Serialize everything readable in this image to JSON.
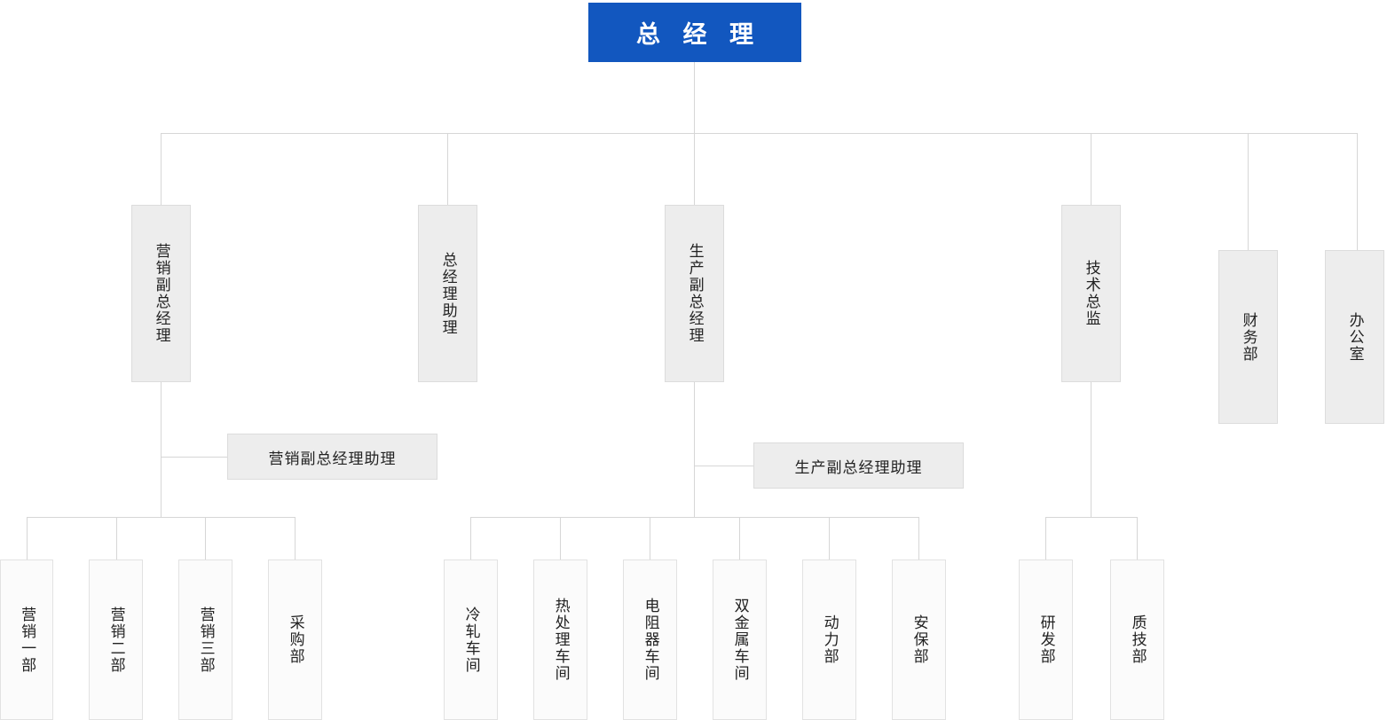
{
  "chart_title": "总 经 理",
  "colors": {
    "root_fill": "#1257bf",
    "root_text": "#ffffff",
    "exec_fill": "#ededed",
    "exec_border": "#dcdcdc",
    "dept_fill": "#fbfbfb",
    "dept_border": "#e2e2e2",
    "line": "#d6d6d6",
    "text": "#222222"
  },
  "nodes": {
    "root": {
      "label": "总 经 理"
    },
    "level2": [
      {
        "id": "marketing-vp",
        "label": "营销副总经理"
      },
      {
        "id": "gm-assistant",
        "label": "总经理助理"
      },
      {
        "id": "production-vp",
        "label": "生产副总经理"
      },
      {
        "id": "tech-director",
        "label": "技术总监"
      },
      {
        "id": "finance-dept",
        "label": "财务部"
      },
      {
        "id": "office",
        "label": "办公室"
      }
    ],
    "assistants": [
      {
        "id": "marketing-vp-assistant",
        "label": "营销副总经理助理"
      },
      {
        "id": "production-vp-assistant",
        "label": "生产副总经理助理"
      }
    ],
    "marketing_depts": [
      {
        "id": "marketing-1",
        "label": "营销一部"
      },
      {
        "id": "marketing-2",
        "label": "营销二部"
      },
      {
        "id": "marketing-3",
        "label": "营销三部"
      },
      {
        "id": "purchasing",
        "label": "采购部"
      }
    ],
    "production_depts": [
      {
        "id": "cold-rolling",
        "label": "冷轧车间"
      },
      {
        "id": "heat-treatment",
        "label": "热处理车间"
      },
      {
        "id": "resistor",
        "label": "电阻器车间"
      },
      {
        "id": "bimetal",
        "label": "双金属车间"
      },
      {
        "id": "power",
        "label": "动力部"
      },
      {
        "id": "security",
        "label": "安保部"
      }
    ],
    "tech_depts": [
      {
        "id": "rnd",
        "label": "研发部"
      },
      {
        "id": "quality-tech",
        "label": "质技部"
      }
    ]
  }
}
